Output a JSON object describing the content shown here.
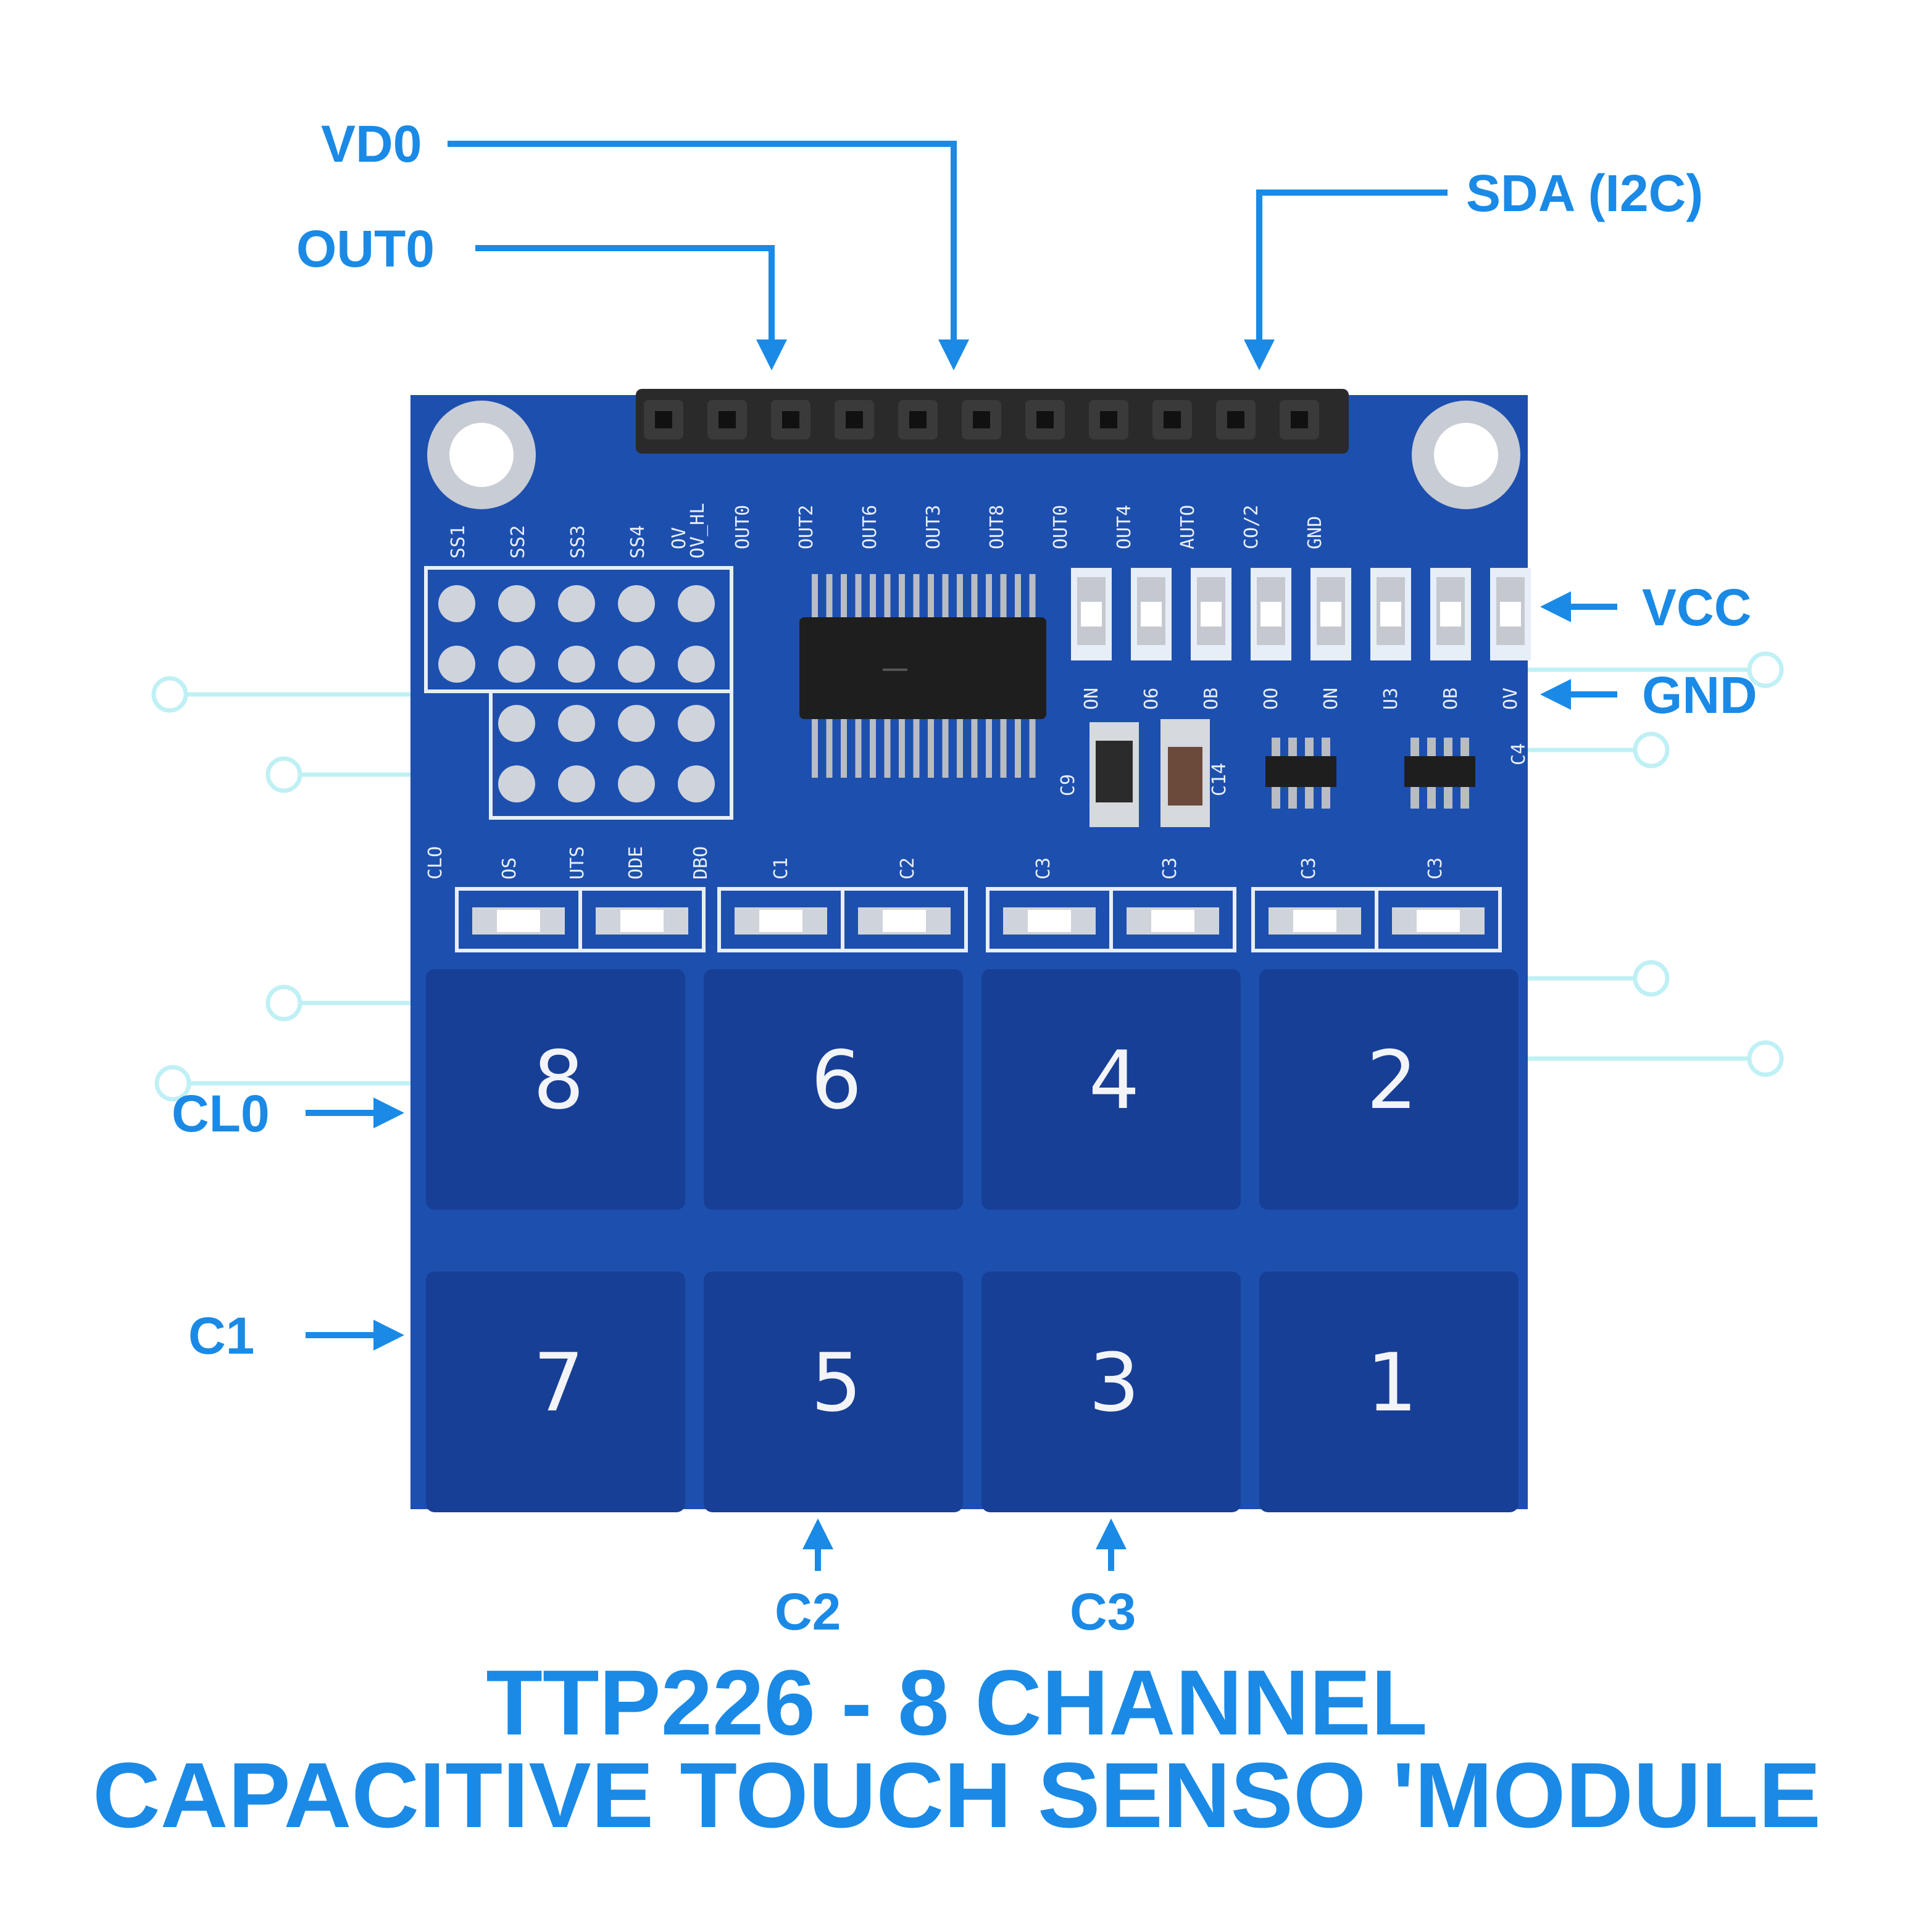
{
  "colors": {
    "accent": "#1a8ae6",
    "board": "#1d4fae",
    "pad": "#173f96",
    "silkscreen": "#e8eef8",
    "header": "#2a2a2a",
    "decor_line": "#bff0f5"
  },
  "callouts": {
    "vdo": "VD0",
    "out0": "OUT0",
    "sda": "SDA (I2C)",
    "vcc": "VCC",
    "gnd": "GND",
    "cl0": "CL0",
    "c1": "C1",
    "c2": "C2",
    "c3": "C3"
  },
  "pads": [
    {
      "label": "8"
    },
    {
      "label": "6"
    },
    {
      "label": "4"
    },
    {
      "label": "2"
    },
    {
      "label": "7"
    },
    {
      "label": "5"
    },
    {
      "label": "3"
    },
    {
      "label": "1"
    }
  ],
  "silkscreen": {
    "header_pins": [
      "OV",
      "OUT0",
      "OUT2",
      "OUT6",
      "OUT3",
      "OUT8",
      "OUT0",
      "OUT4",
      "AUTO",
      "CO/2",
      "GND"
    ],
    "jumper_labels": [
      "SS1",
      "SS2",
      "SS3",
      "SS4",
      "OV_HL"
    ],
    "led_labels": [
      "ON",
      "O6",
      "OB",
      "OO",
      "ON",
      "U3",
      "OB",
      "OV"
    ],
    "cap_labels": [
      "CLO",
      "OS",
      "UTS",
      "ODE",
      "DBO",
      "C1",
      "C2",
      "C3",
      "C3",
      "C3",
      "C3"
    ],
    "component_labels": [
      "C9",
      "C14",
      "C4"
    ]
  },
  "caption": {
    "line1": "TTP226 - 8 CHANNEL",
    "line2": "CAPACITIVE TOUCH SENSO 'MODULE"
  }
}
